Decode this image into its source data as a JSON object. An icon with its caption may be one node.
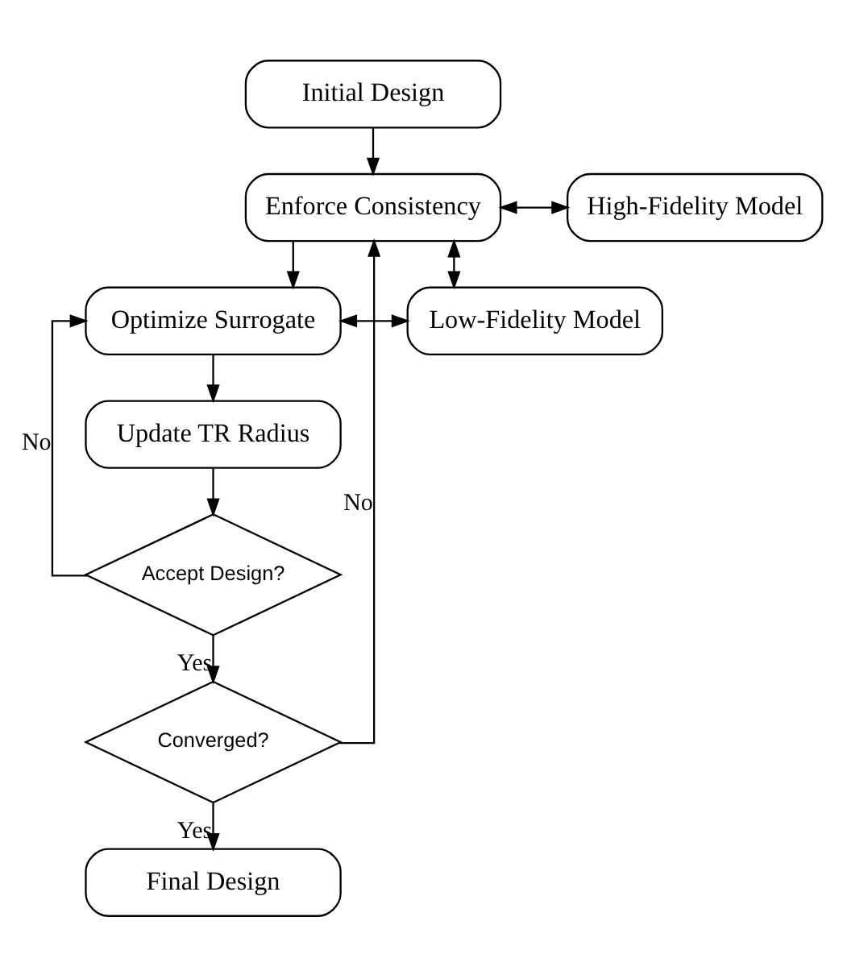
{
  "diagram": {
    "nodes": [
      {
        "text": [
          "Initial Design"
        ]
      },
      {
        "text": [
          "Enforce Consistency"
        ]
      },
      {
        "text": [
          "High-Fidelity Model"
        ]
      },
      {
        "text": [
          "Optimize Surrogate"
        ]
      },
      {
        "text": [
          "Low-Fidelity Model"
        ]
      },
      {
        "text": [
          "Update TR Radius"
        ]
      },
      {
        "text": [
          "Accept Design?"
        ]
      },
      {
        "text": [
          "Converged?"
        ]
      },
      {
        "text": [
          "Final Design"
        ]
      }
    ],
    "edges": [
      {
        "from": 0,
        "to": 1,
        "arrow": "to"
      },
      {
        "from": 1,
        "to": 2,
        "arrow": "both"
      },
      {
        "from": 1,
        "to": 4,
        "arrow": "both"
      },
      {
        "from": 1,
        "to": 3,
        "arrow": "to"
      },
      {
        "from": 3,
        "to": 4,
        "arrow": "both"
      },
      {
        "from": 3,
        "to": 5,
        "arrow": "to"
      },
      {
        "from": 5,
        "to": 6,
        "arrow": "to"
      },
      {
        "from": 6,
        "to": 3,
        "arrow": "to",
        "label": "No"
      },
      {
        "from": 6,
        "to": 7,
        "arrow": "to",
        "label": "Yes"
      },
      {
        "from": 7,
        "to": 1,
        "arrow": "to",
        "label": "No"
      },
      {
        "from": 7,
        "to": 8,
        "arrow": "to",
        "label": "Yes"
      }
    ]
  }
}
